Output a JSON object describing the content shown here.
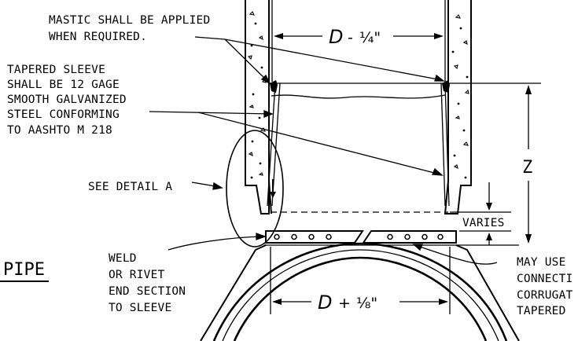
{
  "labels": {
    "mastic_line1": "MASTIC SHALL BE APPLIED",
    "mastic_line2": "WHEN REQUIRED.",
    "sleeve_line1": "TAPERED SLEEVE",
    "sleeve_line2": "SHALL BE 12 GAGE",
    "sleeve_line3": "SMOOTH GALVANIZED",
    "sleeve_line4": "STEEL CONFORMING",
    "sleeve_line5": "TO AASHTO M 218",
    "see_detail": "SEE DETAIL A",
    "weld_line1": "WELD",
    "weld_line2": "OR RIVET",
    "weld_line3": "END SECTION",
    "weld_line4": "TO SLEEVE",
    "may_line1": "MAY USE",
    "may_line2": "CONNECTI",
    "may_line3": "CORRUGAT",
    "may_line4": "TAPERED",
    "pipe_title": "PIPE",
    "varies": "VARIES"
  },
  "dimensions": {
    "top_var": "D",
    "top_op": "-",
    "top_frac": "¼\"",
    "bottom_var": "D",
    "bottom_op": "+",
    "bottom_frac": "⅛\"",
    "height_var": "Z"
  }
}
